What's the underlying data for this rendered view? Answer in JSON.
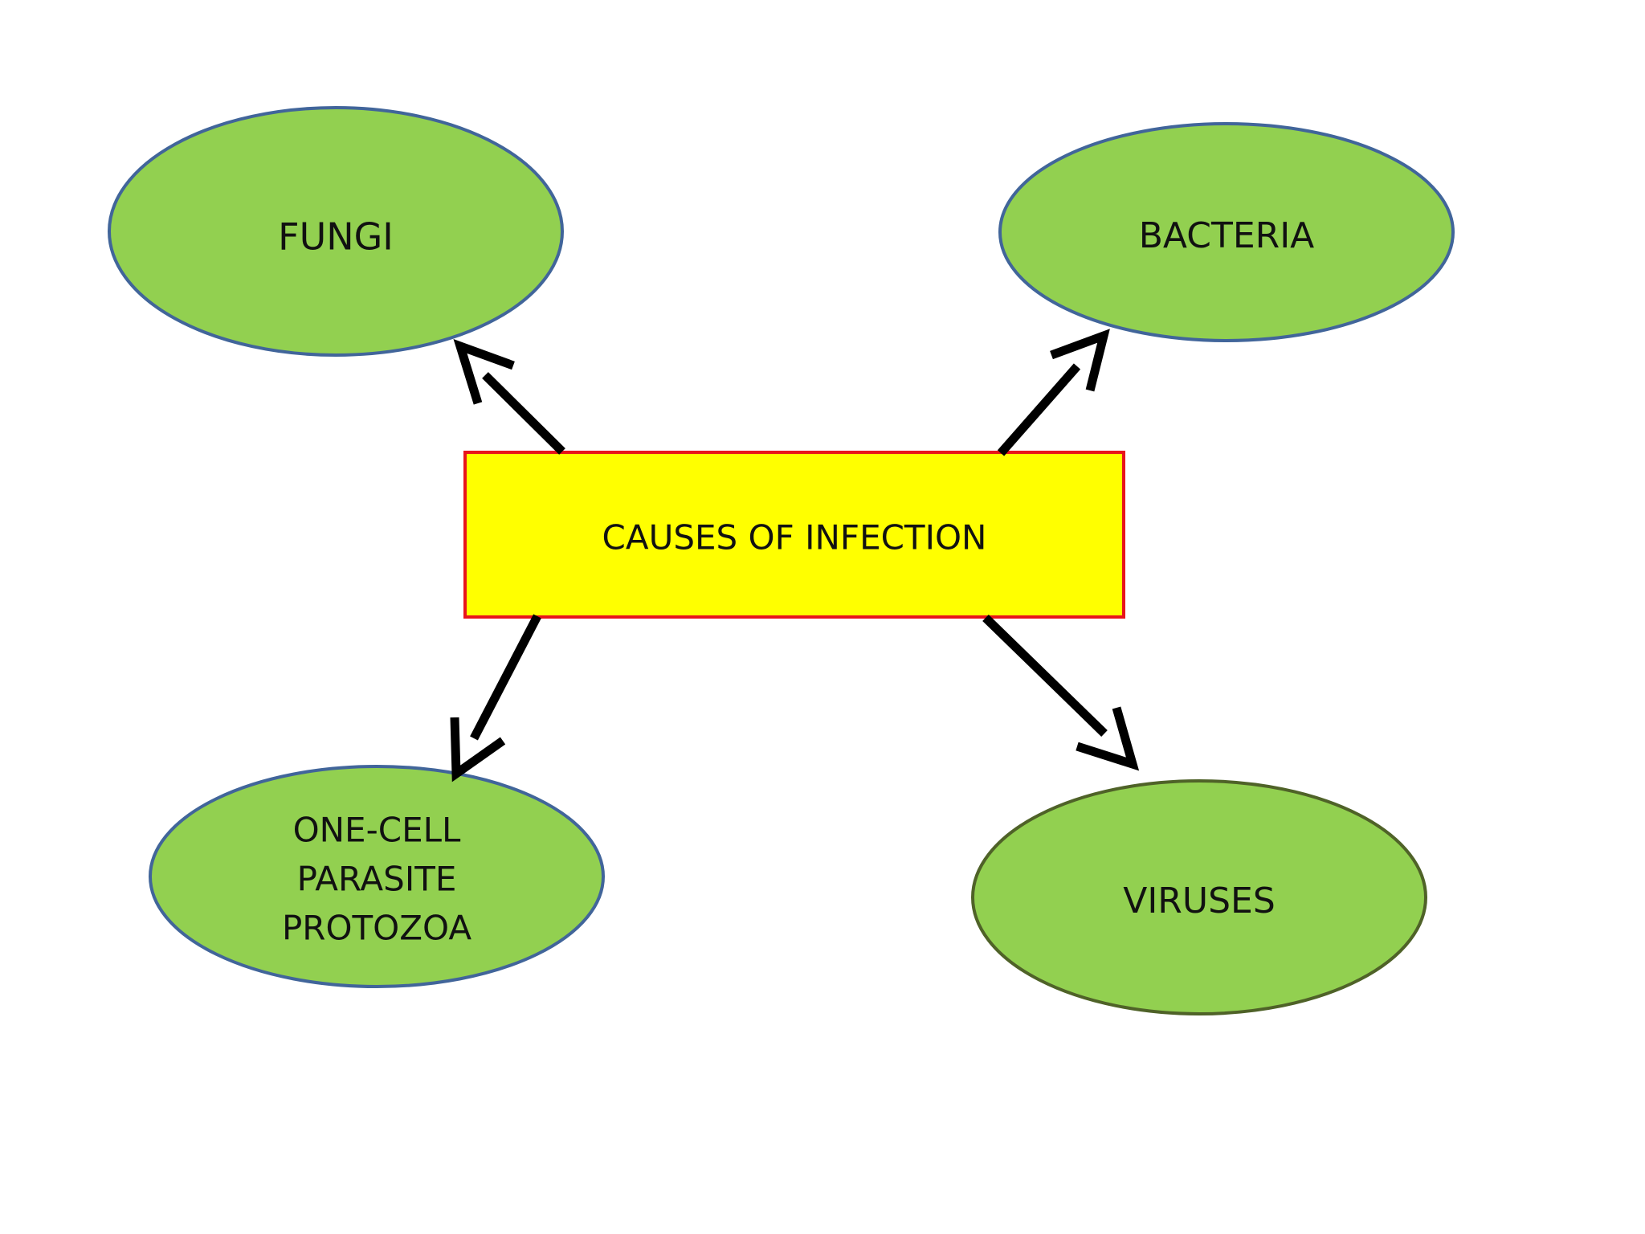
{
  "center": {
    "label": "CAUSES OF INFECTION",
    "fill_color": "#ffff00",
    "border_color": "#e8151b"
  },
  "nodes": {
    "fungi": {
      "label": "FUNGI"
    },
    "bacteria": {
      "label": "BACTERIA"
    },
    "protozoa": {
      "lines": [
        "ONE-CELL",
        "PARASITE",
        "PROTOZOA"
      ]
    },
    "viruses": {
      "label": "VIRUSES"
    }
  },
  "colors": {
    "ellipse_fill": "#92d050",
    "ellipse_border_blue": "#41659a",
    "ellipse_border_olive": "#4f6228",
    "arrow": "#000000"
  }
}
